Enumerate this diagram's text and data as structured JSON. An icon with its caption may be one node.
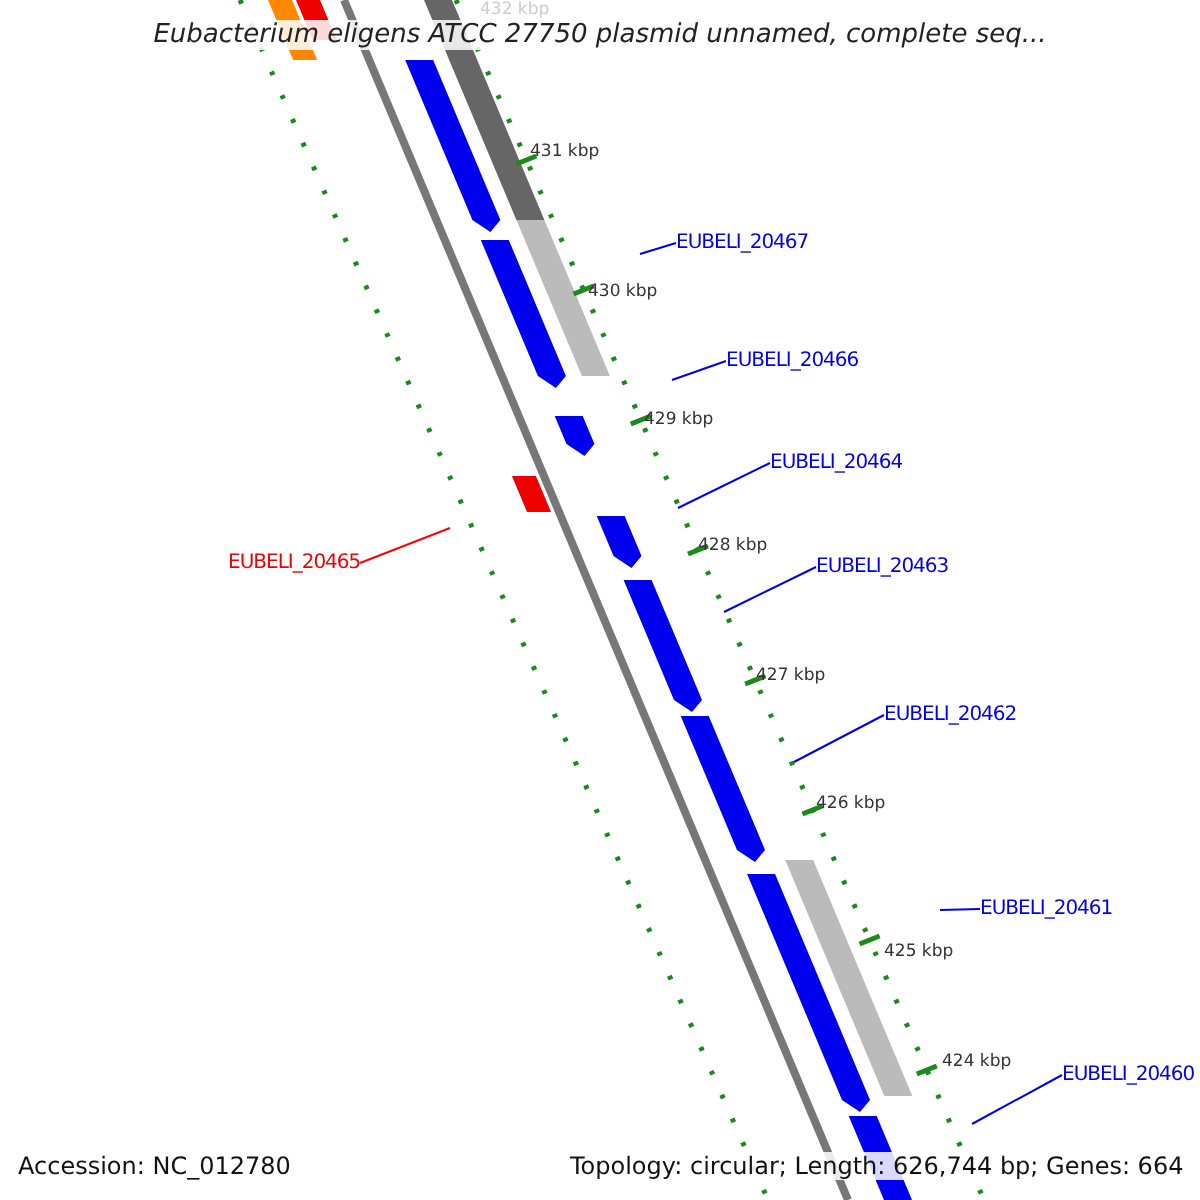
{
  "diagram": {
    "title": "Eubacterium eligens ATCC 27750 plasmid unnamed, complete seq...",
    "nodes": [
      {
        "text": [
          "EUBELI_20467"
        ]
      },
      {
        "text": [
          "EUBELI_20466"
        ]
      },
      {
        "text": [
          "EUBELI_20464"
        ]
      },
      {
        "text": [
          "EUBELI_20465"
        ]
      },
      {
        "text": [
          "EUBELI_20463"
        ]
      },
      {
        "text": [
          "EUBELI_20462"
        ]
      },
      {
        "text": [
          "EUBELI_20461"
        ]
      },
      {
        "text": [
          "EUBELI_20460"
        ]
      }
    ],
    "edges": [
      {
        "from": 0,
        "to": null,
        "arrow": "none"
      },
      {
        "from": 1,
        "to": null,
        "arrow": "none"
      },
      {
        "from": 2,
        "to": null,
        "arrow": "none"
      },
      {
        "from": 3,
        "to": null,
        "arrow": "none",
        "color": "#ff0000"
      },
      {
        "from": 4,
        "to": null,
        "arrow": "none"
      },
      {
        "from": 5,
        "to": null,
        "arrow": "none"
      },
      {
        "from": 6,
        "to": null,
        "arrow": "none"
      },
      {
        "from": 7,
        "to": null,
        "arrow": "none"
      }
    ],
    "labels": [
      "432 kbp",
      "431 kbp",
      "430 kbp",
      "429 kbp",
      "428 kbp",
      "427 kbp",
      "426 kbp",
      "425 kbp",
      "424 kbp",
      "Accession: NC_012780",
      "Topology: circular; Length: 626,744 bp; Genes: 664"
    ]
  }
}
